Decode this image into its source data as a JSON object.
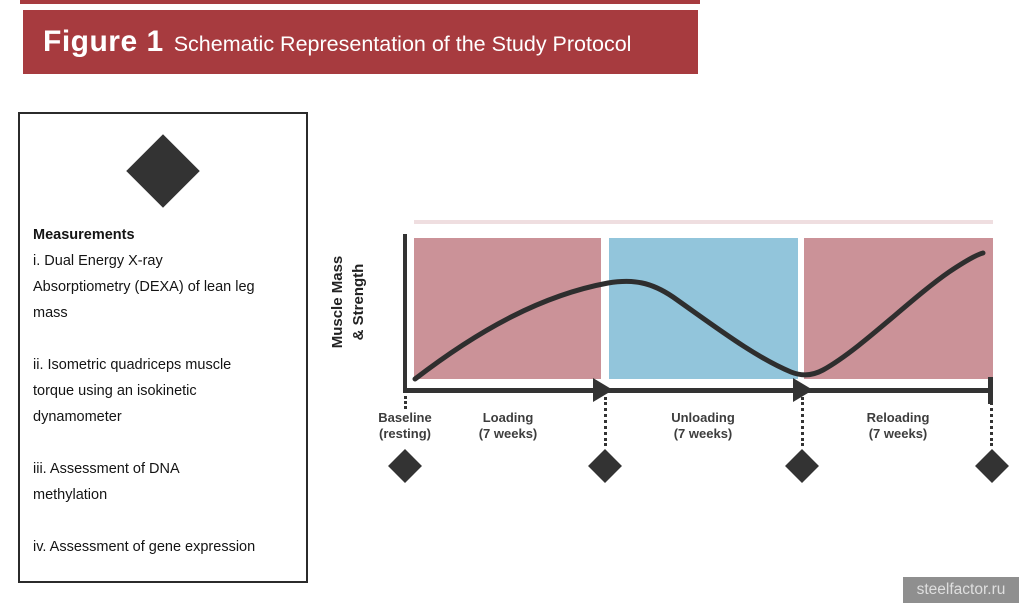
{
  "header": {
    "figure_label": "Figure 1",
    "title": "Schematic Representation of the Study Protocol"
  },
  "measurements": {
    "heading": "Measurements",
    "items": [
      "i. Dual Energy X-ray\nAbsorptiometry (DEXA) of lean leg\nmass",
      "ii. Isometric quadriceps muscle\ntorque using an isokinetic\ndynamometer",
      "iii. Assessment of DNA\nmethylation",
      "iv. Assessment of gene expression"
    ]
  },
  "chart": {
    "y_axis_label": "Muscle Mass\n& Strength",
    "timeline": [
      {
        "phase": "Baseline",
        "detail": "(resting)"
      },
      {
        "phase": "Loading",
        "detail": "(7 weeks)"
      },
      {
        "phase": "Unloading",
        "detail": "(7 weeks)"
      },
      {
        "phase": "Reloading",
        "detail": "(7 weeks)"
      }
    ],
    "curve_trend": "increases during loading, decreases during unloading, recovers during reloading",
    "measurement_points": 4
  },
  "colors": {
    "banner_red": "#A73B3F",
    "loading_reloading_pink": "#CB9298",
    "unloading_blue": "#92C5DB",
    "ink_dark": "#333333",
    "watermark_bg": "#8F8F8F"
  },
  "watermark": {
    "text": "steelfactor.ru"
  }
}
